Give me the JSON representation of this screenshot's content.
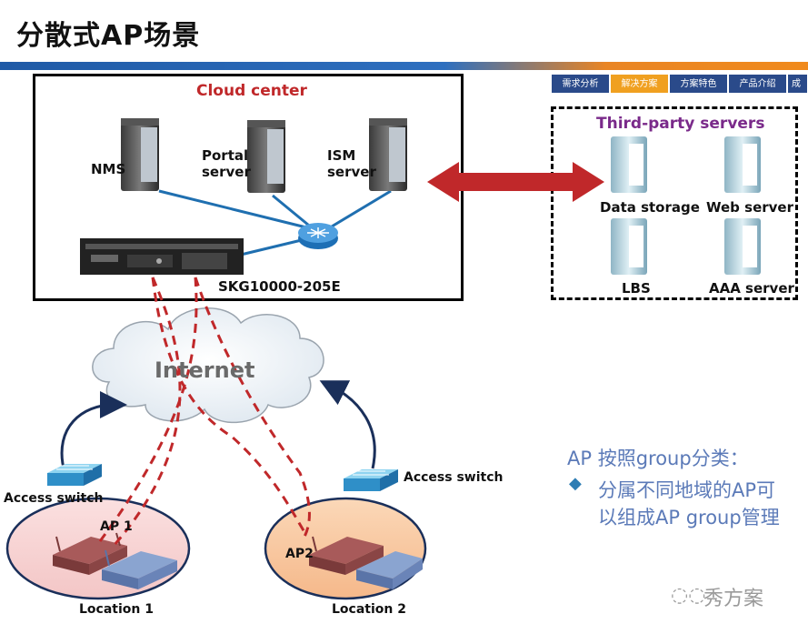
{
  "title": "分散式AP场景",
  "nav_tabs": [
    {
      "label": "需求分析",
      "active": false
    },
    {
      "label": "解决方案",
      "active": true
    },
    {
      "label": "方案特色",
      "active": false
    },
    {
      "label": "产品介绍",
      "active": false
    },
    {
      "label": "成功",
      "active": false
    }
  ],
  "cloud": {
    "title": "Cloud center",
    "servers": [
      "NMS",
      "Portal\nserver",
      "ISM\nserver"
    ],
    "device": "SKG10000-205E"
  },
  "third_party": {
    "title": "Third-party servers",
    "servers": [
      "Data storage",
      "Web server",
      "LBS",
      "AAA server"
    ]
  },
  "internet_label": "Internet",
  "switches": [
    "Access switch",
    "Access switch"
  ],
  "aps": [
    "AP 1",
    "AP2"
  ],
  "locations": [
    "Location 1",
    "Location 2"
  ],
  "note": {
    "heading": "AP 按照group分类：",
    "bullet": "◆",
    "line1": "分属不同地域的AP可",
    "line2": "以组成AP group管理"
  },
  "watermark": "秀方案",
  "colors": {
    "title_bar_blue": "#1f5aa6",
    "title_bar_orange": "#f08a1c",
    "cloud_title": "#c0282a",
    "third_party_title": "#7a2a8a",
    "note_text": "#5b7ab8",
    "arrow_red": "#c0282a",
    "link_blue": "#1f6fb0"
  }
}
